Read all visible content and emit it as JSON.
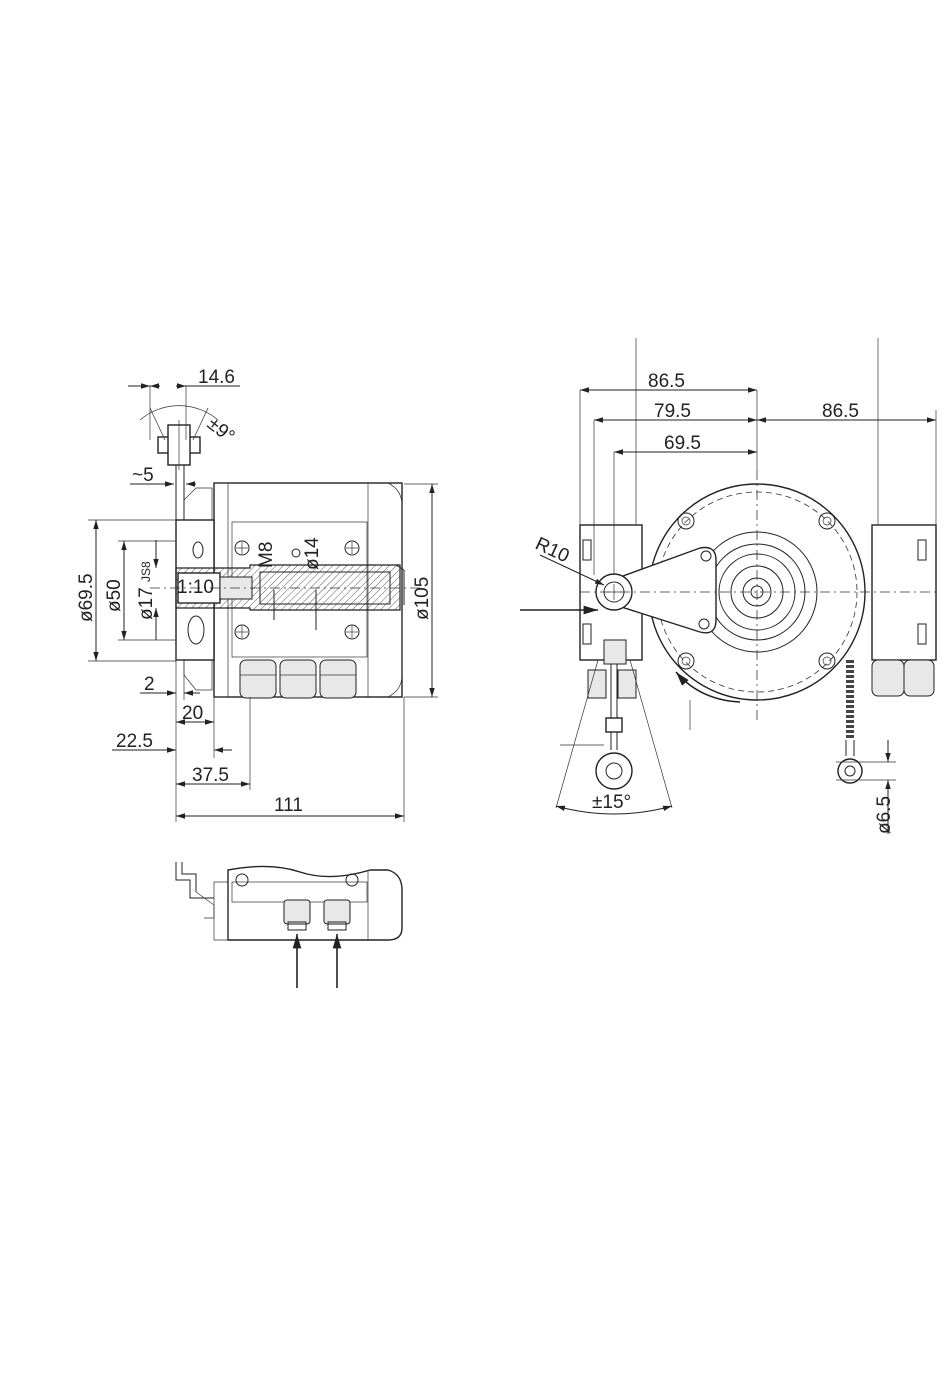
{
  "side_view": {
    "dims": {
      "d14_6": "14.6",
      "angle9": "±9°",
      "approx5": "~5",
      "d69_5": "ø69.5",
      "d50": "ø50",
      "d17": "ø17",
      "js8": "JS8",
      "ratio": "1:10",
      "m8": "M8",
      "d14": "ø14",
      "d105": "ø105",
      "d2": "2",
      "d20": "20",
      "d22_5": "22.5",
      "d37_5": "37.5",
      "d111": "111"
    }
  },
  "front_view": {
    "dims": {
      "d86_5_left": "86.5",
      "d79_5": "79.5",
      "d69_5": "69.5",
      "d86_5_right": "86.5",
      "r10": "R10",
      "angle15": "±15°",
      "d6_5": "ø6.5"
    }
  }
}
